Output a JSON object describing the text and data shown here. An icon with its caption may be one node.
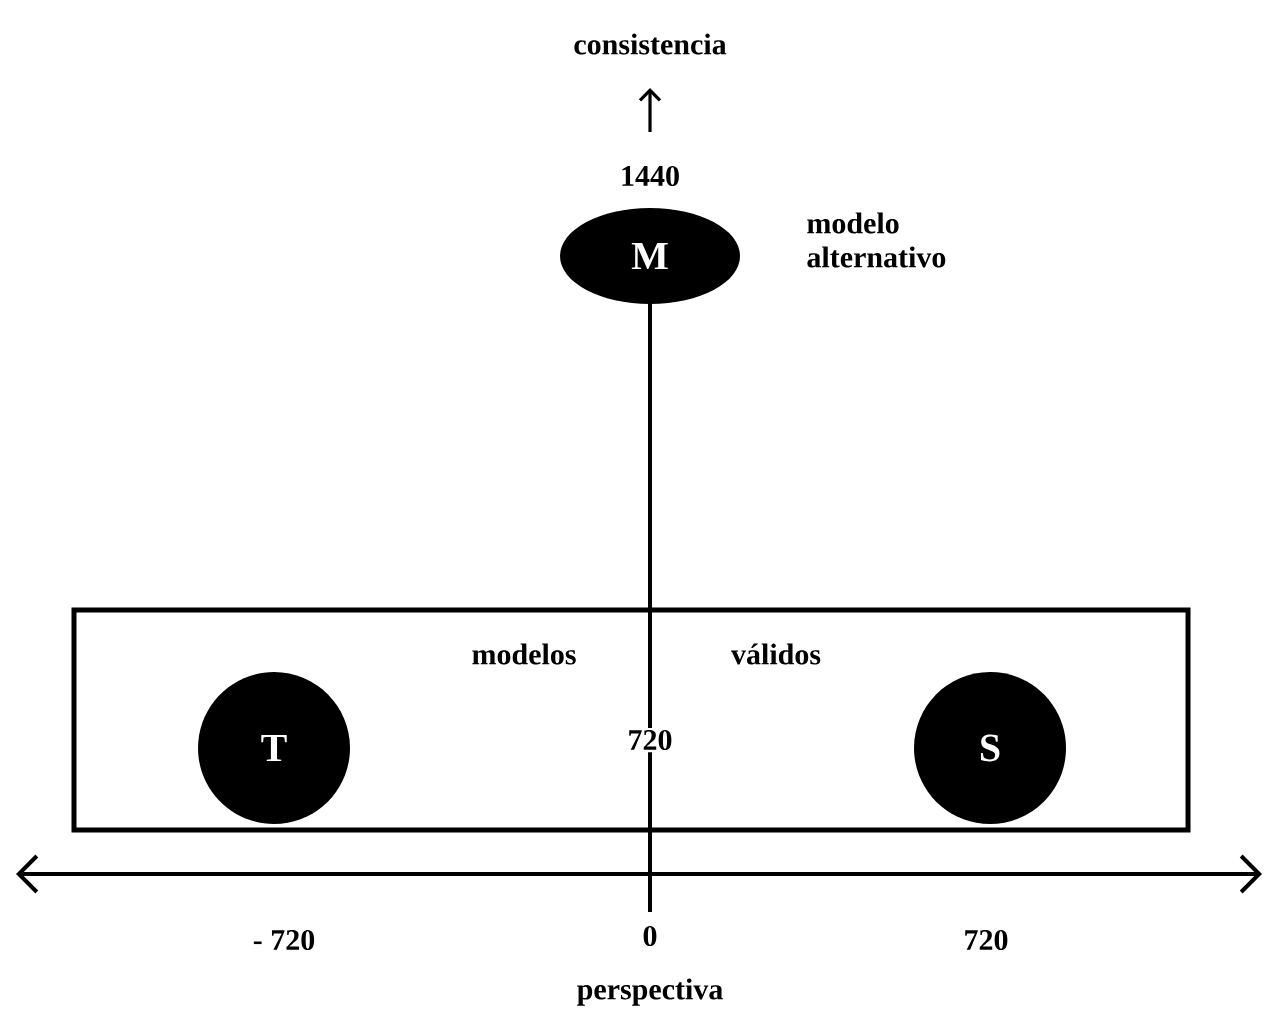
{
  "diagram": {
    "nodes": [
      {
        "text": [
          "modelos",
          "válidos"
        ]
      },
      {
        "text": [
          "T"
        ],
        "in": 0
      },
      {
        "text": [
          "S"
        ],
        "in": 0
      },
      {
        "text": [
          "M"
        ],
        "beside": [
          "modelo alternativo"
        ]
      }
    ],
    "labels": [
      "consistencia",
      "1440",
      "720",
      "- 720",
      "0",
      "720",
      "perspectiva"
    ]
  }
}
